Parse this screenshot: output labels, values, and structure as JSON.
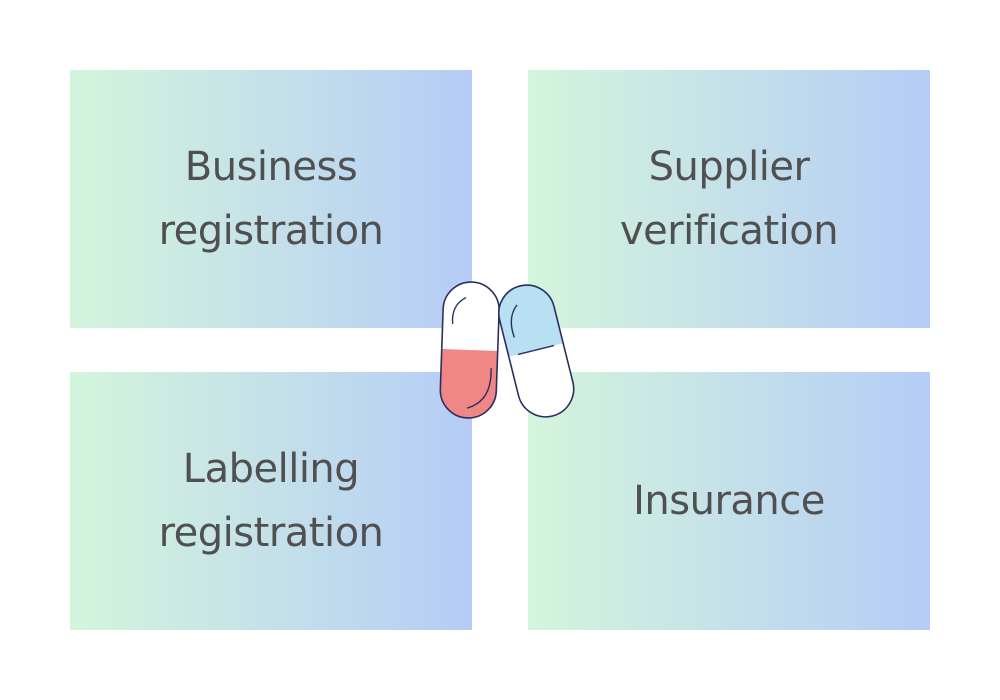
{
  "tiles": [
    {
      "id": "business-registration",
      "lines": [
        "Business",
        "registration"
      ]
    },
    {
      "id": "supplier-verification",
      "lines": [
        "Supplier",
        "verification"
      ]
    },
    {
      "id": "labelling-registration",
      "lines": [
        "Labelling",
        "registration"
      ]
    },
    {
      "id": "insurance",
      "lines": [
        "Insurance"
      ]
    }
  ],
  "colors": {
    "gradient_start": "#d4f5dc",
    "gradient_end": "#b5ccf6",
    "text": "#505050",
    "pill_red": "#f08686",
    "pill_blue": "#b8dff2",
    "pill_outline": "#2b2f5e",
    "pill_white": "#ffffff"
  },
  "icons": {
    "center": "capsule-pills-icon"
  }
}
